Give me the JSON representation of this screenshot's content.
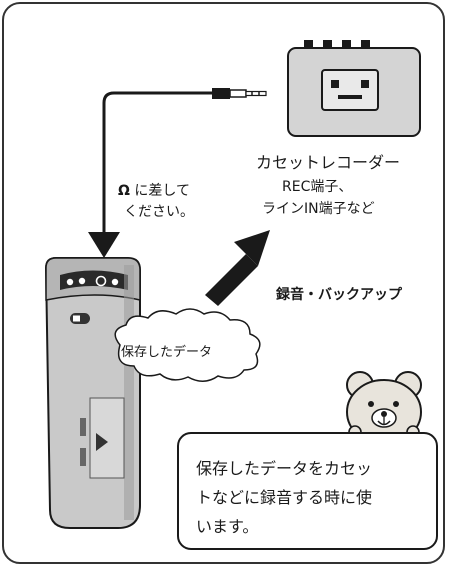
{
  "labels": {
    "cassette_recorder": "カセットレコーダー",
    "rec_terminal": "REC端子、",
    "line_in_terminal": "ラインIN端子など",
    "plug_in_line1": "に差して",
    "plug_in_line2": "ください。",
    "headphone_symbol": "Ω",
    "record_backup": "録音・バックアップ",
    "saved_data": "保存したデータ"
  },
  "note": {
    "line1": "保存したデータをカセッ",
    "line2": "トなどに録音する時に使",
    "line3": "います。"
  },
  "colors": {
    "device_body": "#c9c9c9",
    "recorder_body": "#d4d4d4",
    "bear": "#e8e4dc",
    "outline": "#1a1a1a"
  }
}
